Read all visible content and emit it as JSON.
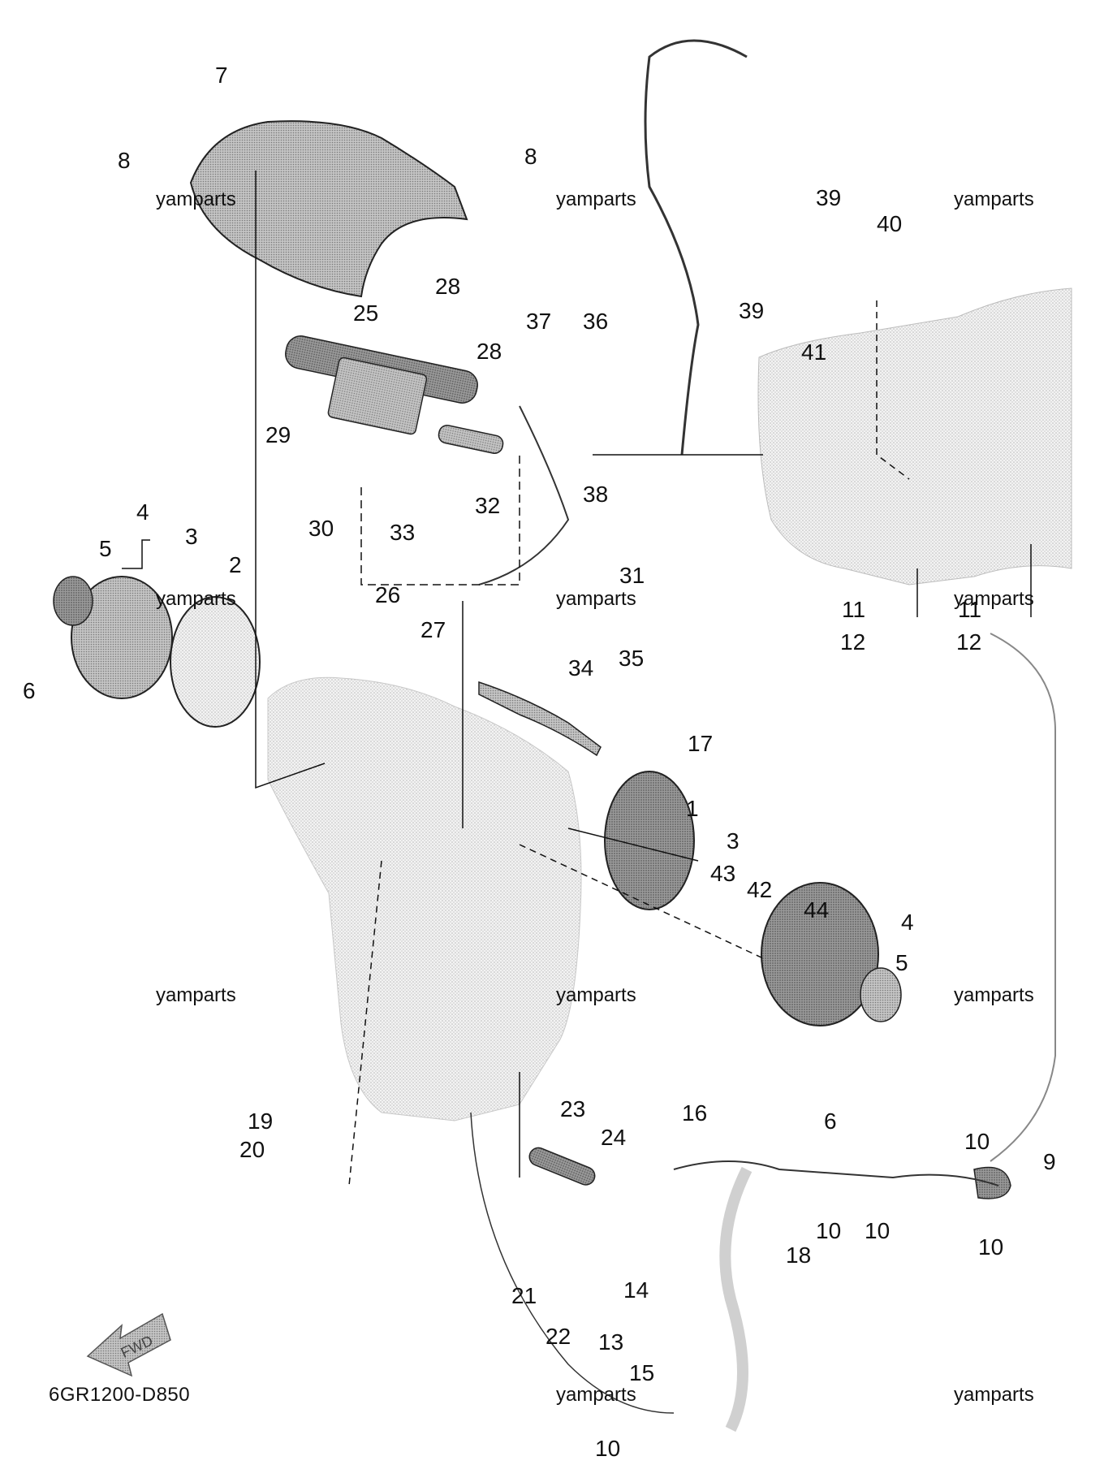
{
  "watermark": "yamparts",
  "diagram_code": "6GR1200-D850",
  "fwd_label": "FWD",
  "callouts": [
    "1",
    "2",
    "3",
    "3",
    "4",
    "4",
    "5",
    "5",
    "6",
    "6",
    "7",
    "8",
    "8",
    "9",
    "10",
    "10",
    "10",
    "10",
    "10",
    "11",
    "11",
    "12",
    "12",
    "13",
    "14",
    "15",
    "16",
    "17",
    "18",
    "19",
    "20",
    "21",
    "22",
    "23",
    "24",
    "25",
    "26",
    "27",
    "28",
    "28",
    "29",
    "30",
    "31",
    "32",
    "33",
    "34",
    "35",
    "36",
    "37",
    "38",
    "39",
    "39",
    "40",
    "41",
    "42",
    "43",
    "44"
  ],
  "colors": {
    "line": "#111111",
    "part_shade": "#8a8a8a",
    "background_part": "#dcdcdc"
  }
}
